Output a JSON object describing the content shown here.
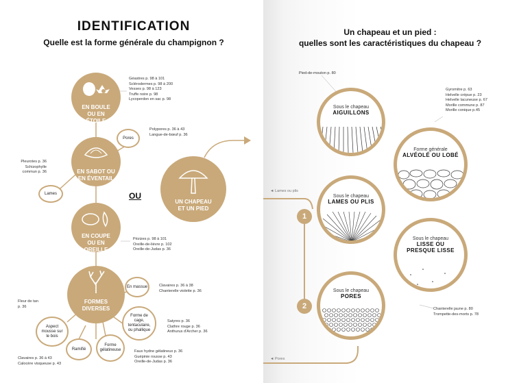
{
  "left": {
    "title": "IDENTIFICATION",
    "subtitle": "Quelle est la forme générale du champignon ?",
    "ou": "OU",
    "circles": {
      "boule": "EN BOULE OU EN ÉTOILE",
      "sabot": "EN SABOT OU EN ÉVENTAIL",
      "coupe": "EN COUPE OU EN OREILLE",
      "formes": "FORMES DIVERSES",
      "chapeau": "UN CHAPEAU ET UN PIED"
    },
    "small_circles": {
      "pores": "Pores",
      "lames": "Lames",
      "massue": "En massue",
      "cage": "Forme de cage, tentaculaire, ou phallique",
      "aspect": "Aspect mousse sur le bois",
      "ramifie": "Ramifié",
      "gelatineuse": "Forme gélatineuse"
    },
    "refs": {
      "boule": [
        "Géastres p. 98 à 101",
        "Sclérodermes p. 98 à 200",
        "Vesses p. 98 à 123",
        "Truffe noire p. 98",
        "Lycoperdon en sac p. 98"
      ],
      "pores": [
        "Polypores p. 36 à 43",
        "Langue-de-bœuf p. 36"
      ],
      "lames": [
        "Pleurotes p. 36",
        "Schizophylle",
        "commun p. 36"
      ],
      "coupe": [
        "Pézizes p. 98 à 101",
        "Oreille-de-lièvre p. 102",
        "Oreille-de-Judas p. 36"
      ],
      "massue": [
        "Clavaires p. 36 à 38",
        "Chanterelle violette p. 36"
      ],
      "cage": [
        "Satyres p. 36",
        "Clathre rouge p. 36",
        "Anthurus d'Archer p. 36"
      ],
      "aspect": [
        "Fleur de tan",
        "p. 36"
      ],
      "gelatineuse": [
        "Faux hydne gélatineux p. 36",
        "Guépinie rousse p. 43",
        "Oreille-de-Judas p. 36"
      ],
      "ramifie": [
        "Clavaires p. 36 à 43",
        "Calocère visqueuse p. 43"
      ]
    }
  },
  "right": {
    "title_line1": "Un chapeau et un pied :",
    "title_line2": "quelles sont les caractéristiques du chapeau ?",
    "tags": {
      "lames": "◄ Lames ou plis",
      "pores": "◄ Pores"
    },
    "numbers": [
      "1",
      "2"
    ],
    "circles": {
      "aiguillons": {
        "line1": "Sous le chapeau",
        "line2": "AIGUILLONS"
      },
      "alveole": {
        "line1": "Forme générale",
        "line2": "ALVÉOLÉ OU LOBÉ"
      },
      "lames": {
        "line1": "Sous le chapeau",
        "line2": "LAMES OU PLIS"
      },
      "lisse": {
        "line1": "Sous le chapeau",
        "line2": "LISSE OU",
        "line3": "PRESQUE LISSE"
      },
      "pores": {
        "line1": "Sous le chapeau",
        "line2": "PORES"
      }
    },
    "refs": {
      "aiguillons": [
        "Pied-de-mouton p. 80"
      ],
      "alveole": [
        "Gyromitre p. 63",
        "Helvelle crépue p. 23",
        "Helvelle lacuneuse p. 67",
        "Morille commune p. 87",
        "Morille conique p.45"
      ],
      "lisse": [
        "Chanterelle jaune p. 80",
        "Trompette-des-morts p. 78"
      ]
    }
  },
  "colors": {
    "gold": "#c9a97a",
    "text": "#222222"
  }
}
